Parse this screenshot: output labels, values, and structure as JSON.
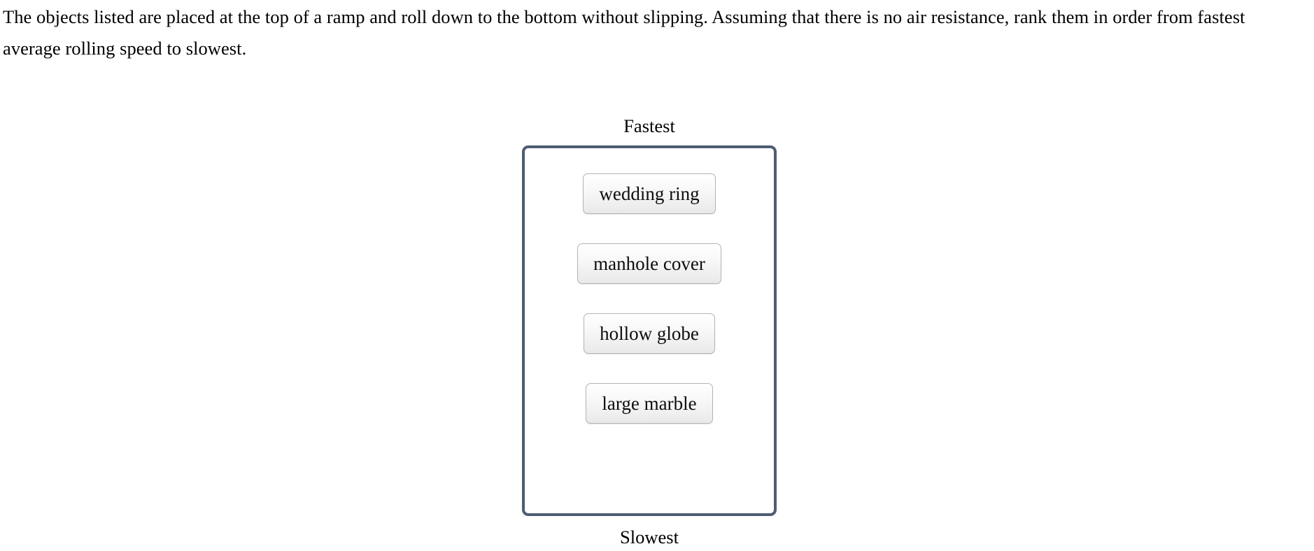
{
  "prompt": {
    "text": "The objects listed are placed at the top of a ramp and roll down to the bottom without slipping. Assuming that there is no air resistance, rank them in order from fastest average rolling speed to slowest."
  },
  "ranking": {
    "top_label": "Fastest",
    "bottom_label": "Slowest",
    "items": [
      {
        "label": "wedding ring"
      },
      {
        "label": "manhole cover"
      },
      {
        "label": "hollow globe"
      },
      {
        "label": "large marble"
      }
    ]
  },
  "colors": {
    "box_border": "#4e5d73",
    "item_border": "#b4b4b4",
    "item_fill_top": "#ffffff",
    "item_fill_bottom": "#e9e9e9",
    "text": "#000000",
    "background": "#ffffff"
  }
}
